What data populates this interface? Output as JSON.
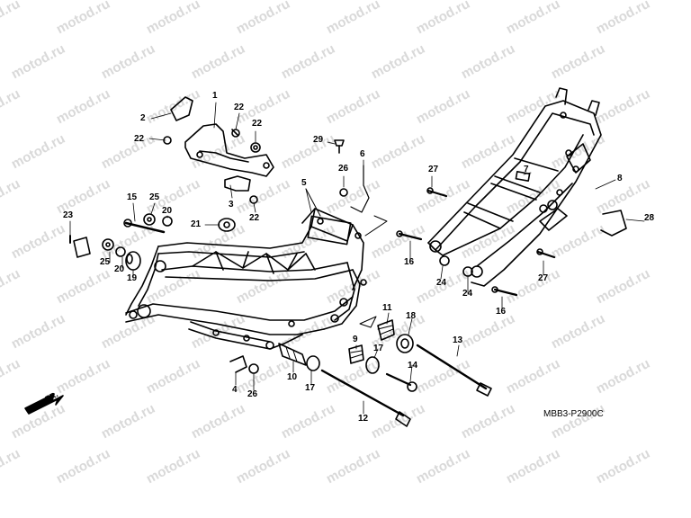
{
  "diagram": {
    "code": "MBB3-P2900C",
    "direction": "FR.",
    "watermark": "motod.ru",
    "callouts": [
      {
        "id": "c1",
        "text": "1"
      },
      {
        "id": "c2",
        "text": "2"
      },
      {
        "id": "c3",
        "text": "3"
      },
      {
        "id": "c4",
        "text": "4"
      },
      {
        "id": "c5",
        "text": "5"
      },
      {
        "id": "c6",
        "text": "6"
      },
      {
        "id": "c7",
        "text": "7"
      },
      {
        "id": "c8",
        "text": "8"
      },
      {
        "id": "c9",
        "text": "9"
      },
      {
        "id": "c10",
        "text": "10"
      },
      {
        "id": "c11",
        "text": "11"
      },
      {
        "id": "c12",
        "text": "12"
      },
      {
        "id": "c13",
        "text": "13"
      },
      {
        "id": "c14",
        "text": "14"
      },
      {
        "id": "c15",
        "text": "15"
      },
      {
        "id": "c16a",
        "text": "16"
      },
      {
        "id": "c16b",
        "text": "16"
      },
      {
        "id": "c17a",
        "text": "17"
      },
      {
        "id": "c17b",
        "text": "17"
      },
      {
        "id": "c18",
        "text": "18"
      },
      {
        "id": "c19",
        "text": "19"
      },
      {
        "id": "c20a",
        "text": "20"
      },
      {
        "id": "c20b",
        "text": "20"
      },
      {
        "id": "c21",
        "text": "21"
      },
      {
        "id": "c22a",
        "text": "22"
      },
      {
        "id": "c22b",
        "text": "22"
      },
      {
        "id": "c22c",
        "text": "22"
      },
      {
        "id": "c22d",
        "text": "22"
      },
      {
        "id": "c23",
        "text": "23"
      },
      {
        "id": "c24a",
        "text": "24"
      },
      {
        "id": "c24b",
        "text": "24"
      },
      {
        "id": "c25a",
        "text": "25"
      },
      {
        "id": "c25b",
        "text": "25"
      },
      {
        "id": "c26a",
        "text": "26"
      },
      {
        "id": "c26b",
        "text": "26"
      },
      {
        "id": "c27a",
        "text": "27"
      },
      {
        "id": "c27b",
        "text": "27"
      },
      {
        "id": "c28",
        "text": "28"
      },
      {
        "id": "c29",
        "text": "29"
      }
    ]
  }
}
